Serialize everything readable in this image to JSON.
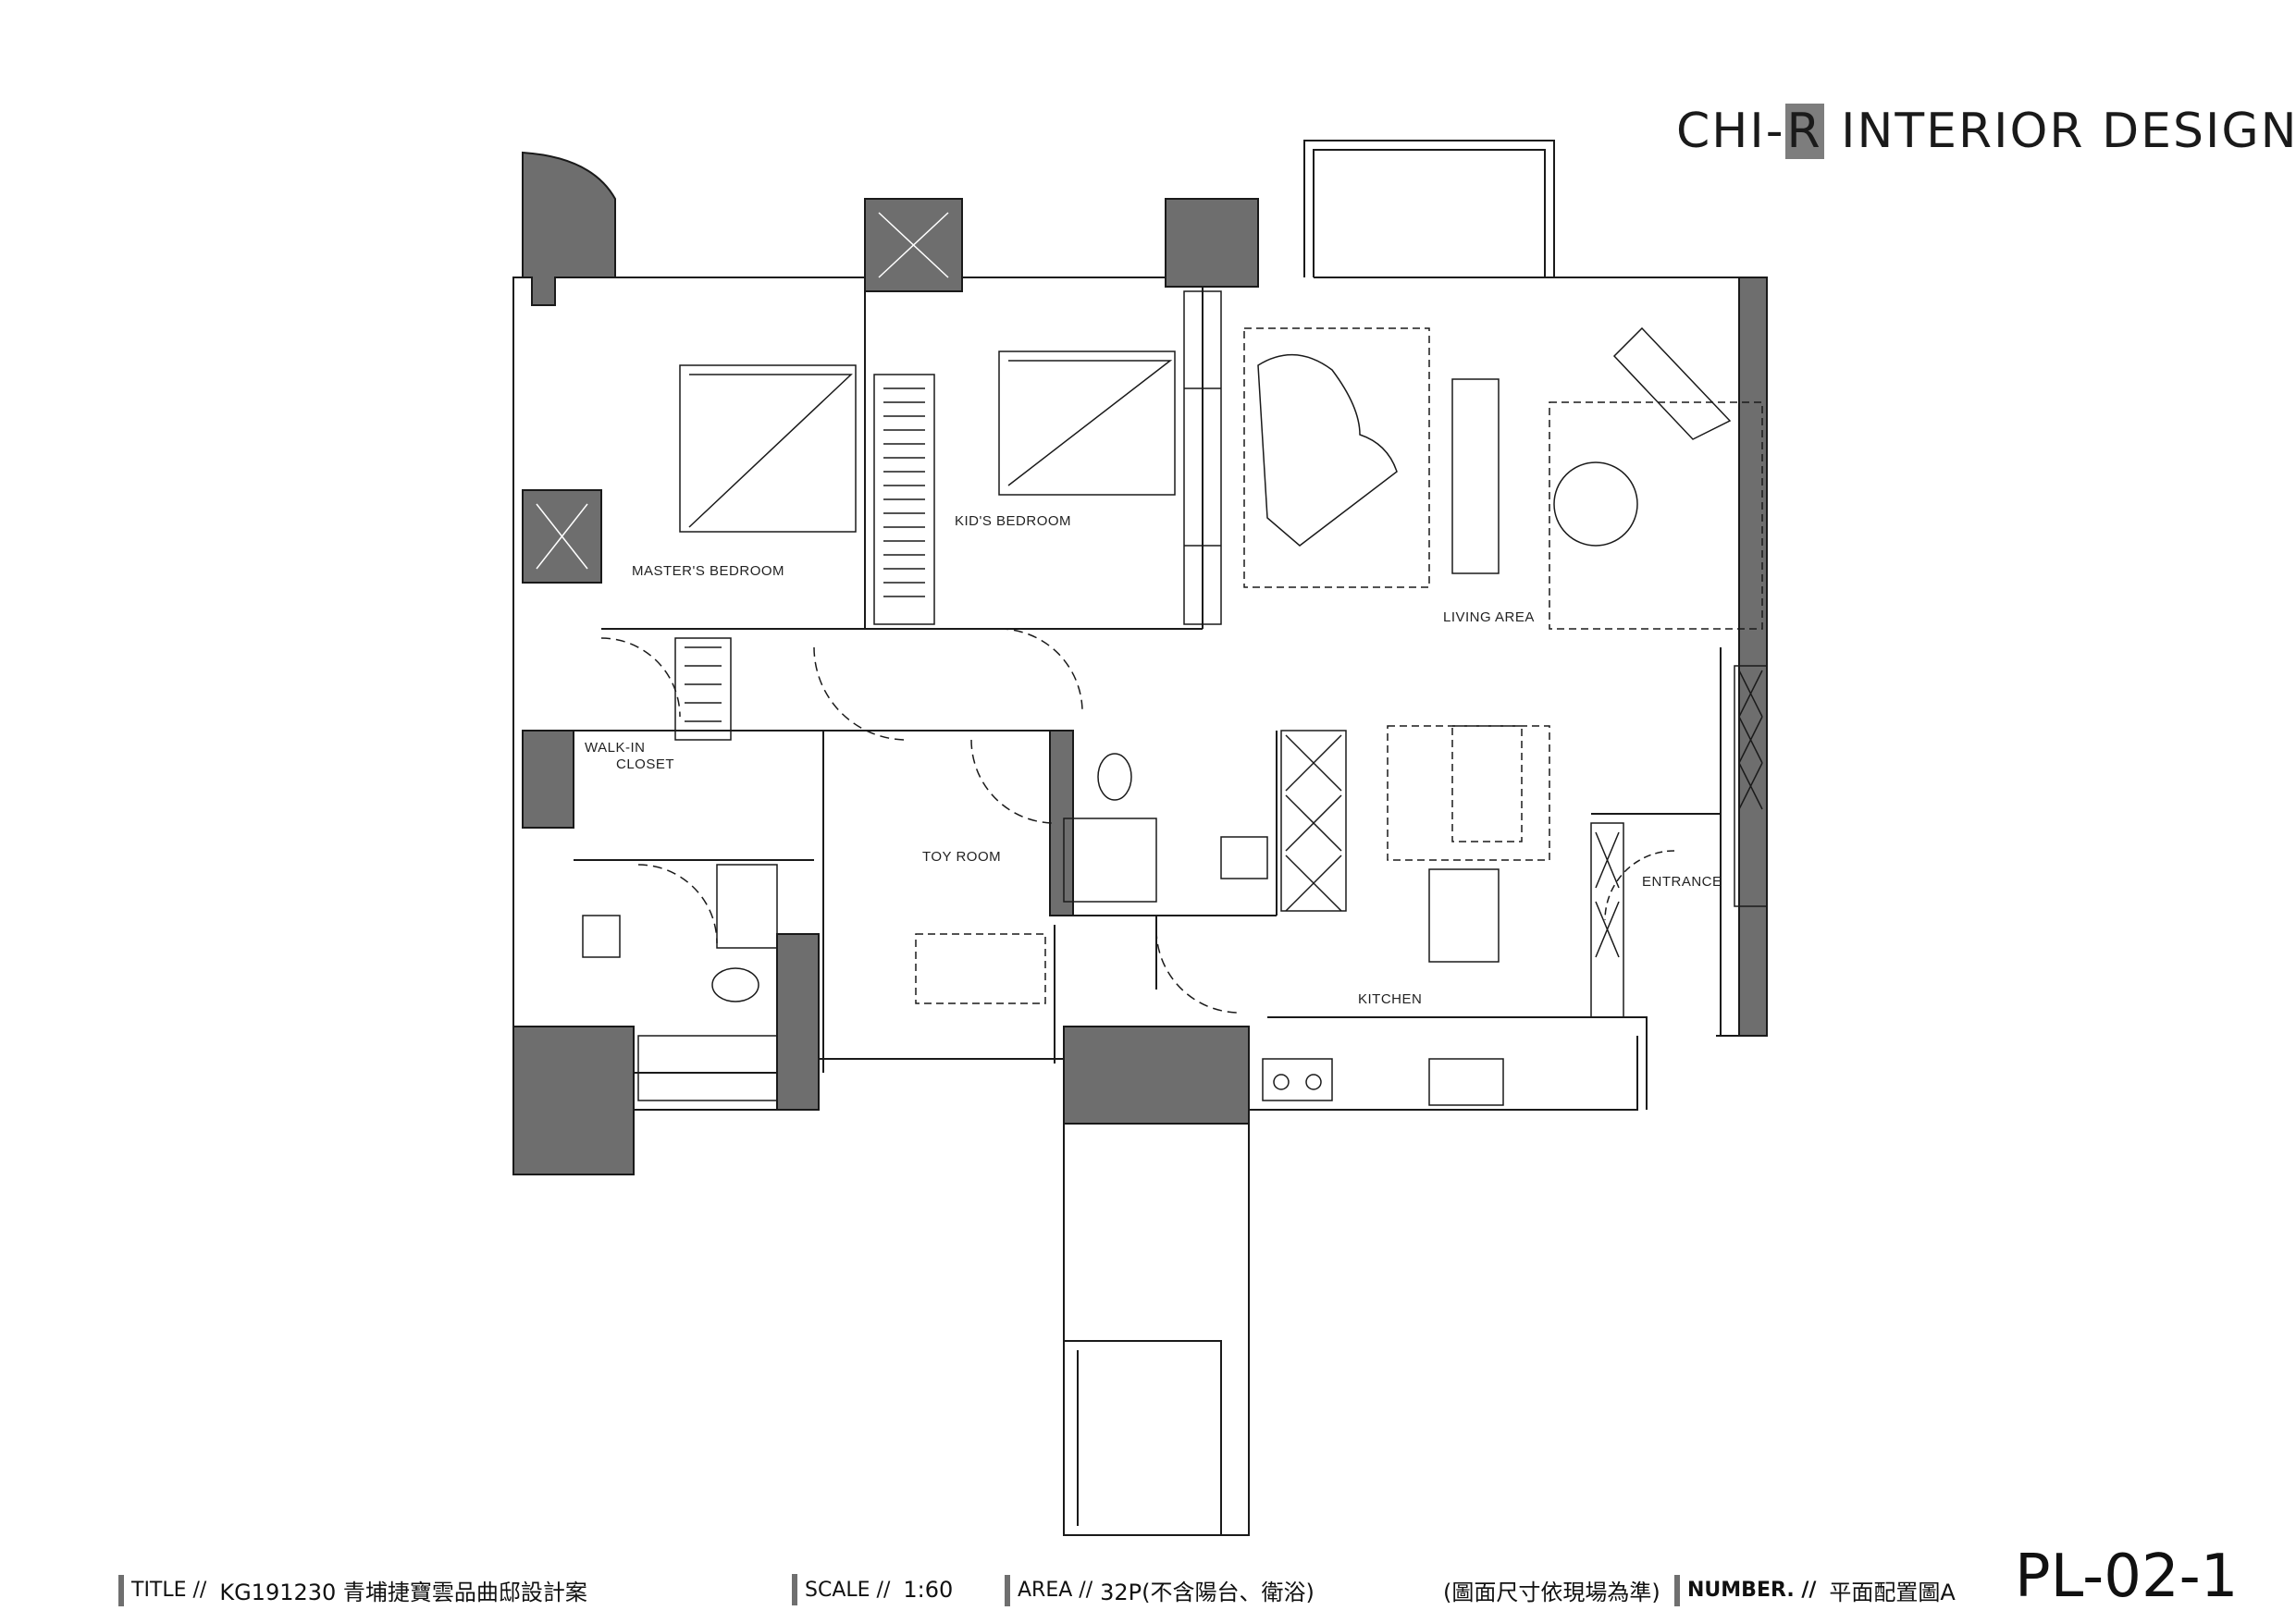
{
  "brand": {
    "pre": "CHI-",
    "highlight": "R",
    "post": " INTERIOR  DESIGN."
  },
  "rooms": {
    "master": "MASTER'S BEDROOM",
    "kids": "KID'S BEDROOM",
    "living": "LIVING AREA",
    "walkin_1": "WALK-IN",
    "walkin_2": "CLOSET",
    "toy": "TOY ROOM",
    "entrance": "ENTRANCE",
    "kitchen": "KITCHEN"
  },
  "title_block": {
    "title_key": "TITLE //",
    "title_value": "KG191230 青埔捷寶雲品曲邸設計案",
    "scale_key": "SCALE //",
    "scale_value": "1:60",
    "area_key": "AREA //",
    "area_value": "32P(不含陽台、衛浴)",
    "note": "(圖面尺寸依現場為準)",
    "number_key": "NUMBER. //",
    "number_value": "平面配置圖A",
    "drawing_no": "PL-02-1"
  },
  "colors": {
    "wall": "#6e6e6e",
    "line": "#1a1a1a",
    "accent": "#7d7d7d"
  }
}
